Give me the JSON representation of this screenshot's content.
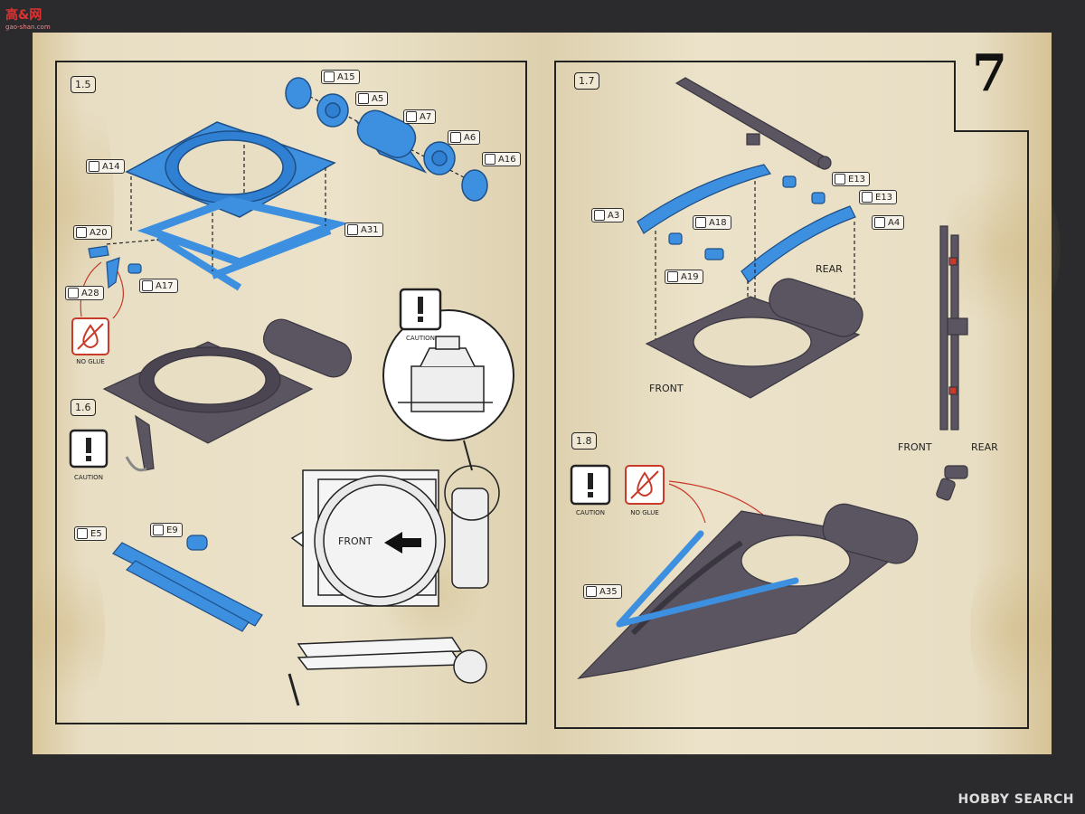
{
  "watermark_top": {
    "site": "高&网",
    "url": "gao-shan.com"
  },
  "watermark_bottom": {
    "text": "HOBBY SEARCH"
  },
  "page_number": "7",
  "steps": {
    "s15": "1.5",
    "s16": "1.6",
    "s17": "1.7",
    "s18": "1.8"
  },
  "parts": {
    "A15": "A15",
    "A5": "A5",
    "A7": "A7",
    "A6": "A6",
    "A16": "A16",
    "A14": "A14",
    "A31": "A31",
    "A20": "A20",
    "A17": "A17",
    "A28": "A28",
    "E5": "E5",
    "E9": "E9",
    "A3": "A3",
    "A18": "A18",
    "A19": "A19",
    "A4": "A4",
    "E13a": "E13",
    "E13b": "E13",
    "A35": "A35"
  },
  "labels": {
    "no_glue": "NO GLUE",
    "caution": "CAUTION",
    "front": "FRONT",
    "rear": "REAR"
  },
  "colors": {
    "part_blue": "#3d8fe0",
    "assembled_gray": "#5a5560",
    "paper": "#e8dec4",
    "warning_red": "#c83a2a"
  }
}
